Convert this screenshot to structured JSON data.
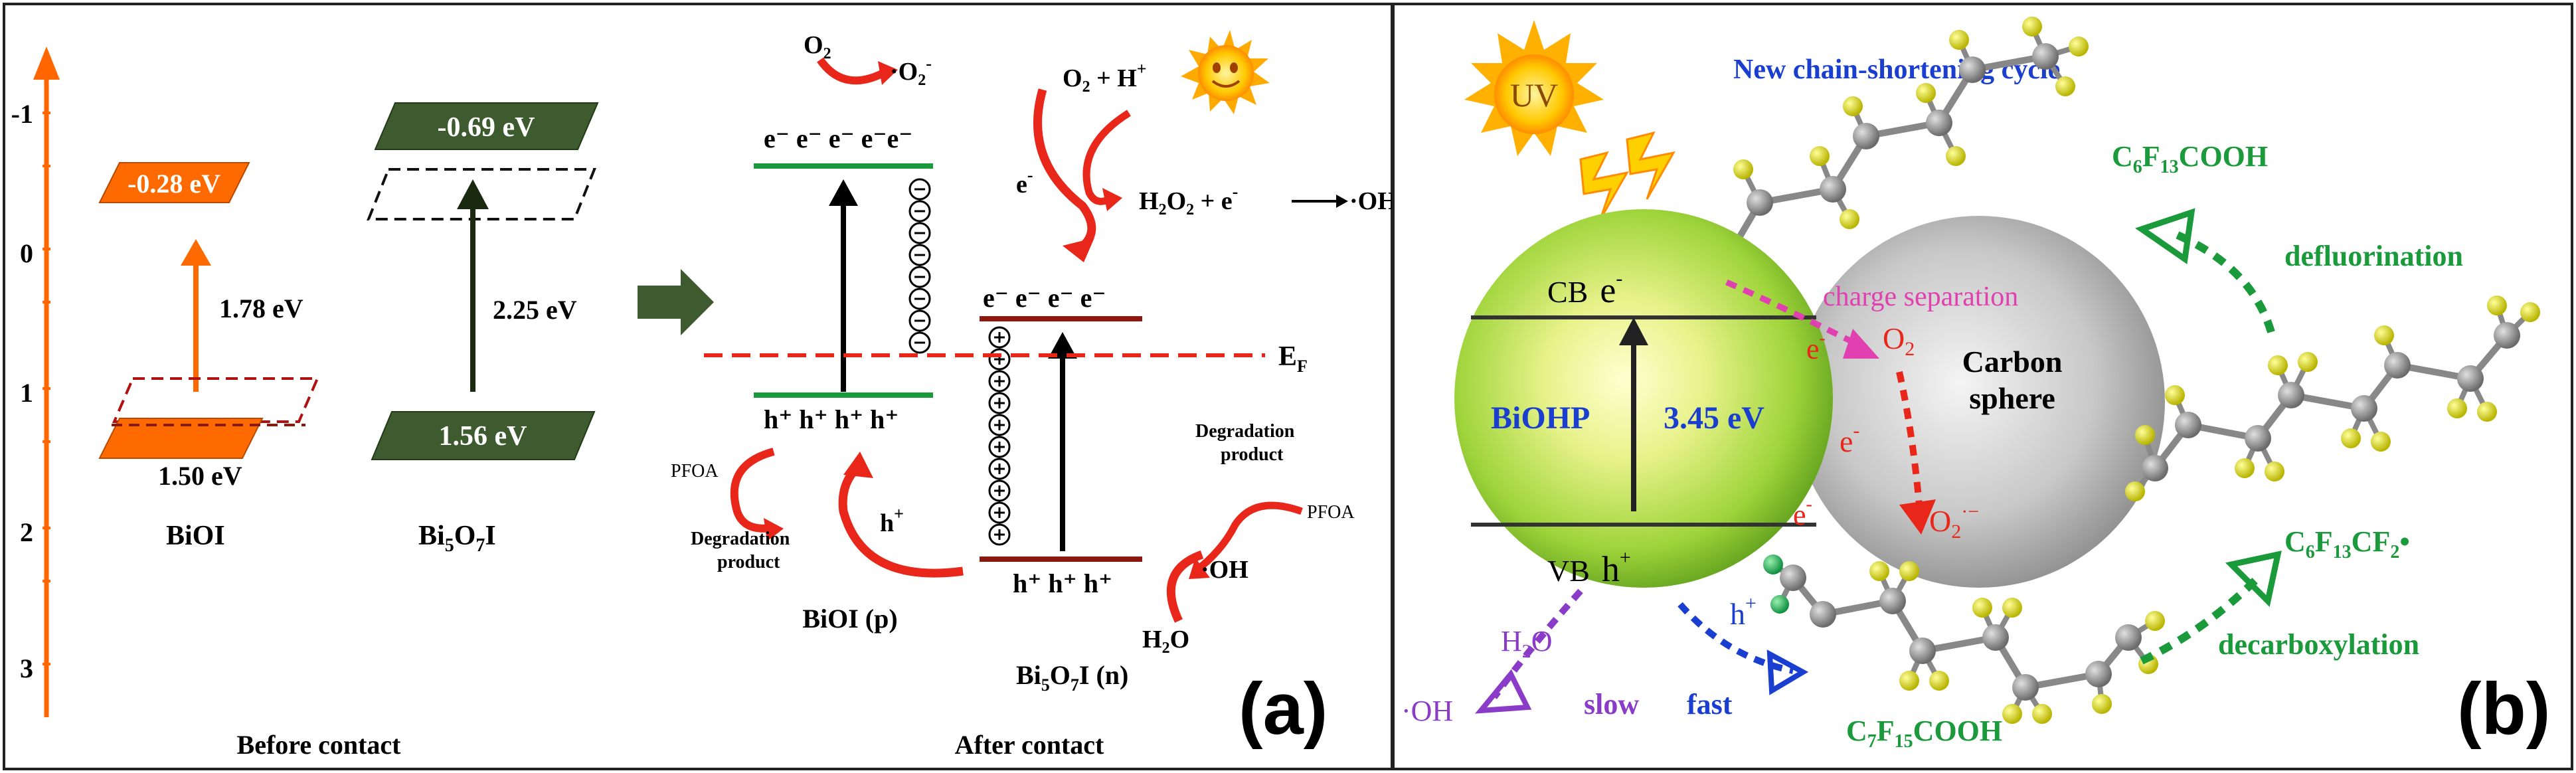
{
  "panel_a": {
    "axis_ticks": [
      "-1",
      "0",
      "1",
      "2",
      "3"
    ],
    "bioi_cb": "-0.28 eV",
    "bioi_gap": "1.78 eV",
    "bioi_vb": "1.50 eV",
    "bioi_label": "BiOI",
    "bi5o7i_cb": "-0.69 eV",
    "bi5o7i_gap": "2.25 eV",
    "bi5o7i_vb": "1.56 eV",
    "bi5o7i_label_main": "Bi",
    "bi5o7i_sub1": "5",
    "bi5o7i_mid": "O",
    "bi5o7i_sub2": "7",
    "bi5o7i_end": "I",
    "before_contact": "Before contact",
    "after_contact": "After contact",
    "o2": "O",
    "o2_sub": "2",
    "o2_radical": "·O",
    "o2_radical_sub": "2",
    "o2_radical_sup": "-",
    "o2_h": "O",
    "o2_h_sub": "2",
    "o2_h_rest": " + H",
    "o2_h_sup": "+",
    "electron": "e",
    "electron_sup": "-",
    "electrons_left": "e⁻ e⁻ e⁻ e⁻e⁻",
    "electrons_right": "e⁻ e⁻ e⁻ e⁻",
    "h2o2": "H",
    "h2o2_sub1": "2",
    "h2o2_mid": "O",
    "h2o2_sub2": "2",
    "h2o2_rest": " + e",
    "h2o2_sup": "-",
    "oh_radical": "·OH",
    "fermi": "E",
    "fermi_sub": "F",
    "holes_left": "h⁺ h⁺ h⁺ h⁺",
    "holes_right": "h⁺ h⁺ h⁺",
    "hole": "h",
    "hole_sup": "+",
    "pfoa": "PFOA",
    "degradation": "Degradation",
    "product": "product",
    "oh2": "·OH",
    "h2o": "H",
    "h2o_sub": "2",
    "h2o_end": "O",
    "bioi_p": "BiOI (p)",
    "bi5o7i_n_label_end": "I (n)",
    "panel_tag": "(a)"
  },
  "panel_b": {
    "uv": "UV",
    "title": "New chain-shortening cycle",
    "c6f13cooh_1": "C",
    "c6f13cooh_sub1": "6",
    "c6f13cooh_2": "F",
    "c6f13cooh_sub2": "13",
    "c6f13cooh_3": "COOH",
    "defluorination": "defluorination",
    "cb": "CB",
    "cb_e": "e",
    "cb_e_sup": "-",
    "charge_separation": "charge separation",
    "e_sym": "e",
    "e_sup": "-",
    "o2": "O",
    "o2_sub": "2",
    "o2_rad": "O",
    "o2_rad_sub": "2",
    "o2_rad_sup": "·−",
    "biohp": "BiOHP",
    "gap": "3.45 eV",
    "carbon": "Carbon",
    "sphere": "sphere",
    "vb": "VB",
    "vb_h": "h",
    "vb_h_sup": "+",
    "h2o": "H",
    "h2o_sub": "2",
    "h2o_end": "O",
    "oh": "·OH",
    "slow": "slow",
    "fast": "fast",
    "hole": "h",
    "hole_sup": "+",
    "c7_1": "C",
    "c7_sub1": "7",
    "c7_2": "F",
    "c7_sub2": "15",
    "c7_3": "COOH",
    "c6cf2_1": "C",
    "c6cf2_sub1": "6",
    "c6cf2_2": "F",
    "c6cf2_sub2": "13",
    "c6cf2_3": "CF",
    "c6cf2_sub3": "2",
    "c6cf2_4": "•",
    "decarboxylation": "decarboxylation",
    "panel_tag": "(b)"
  },
  "colors": {
    "orange": "#ff6600",
    "dark_green": "#3e5b2f",
    "red": "#e8261a",
    "blue": "#1a3ecf",
    "green_text": "#1a9a3a",
    "magenta": "#e040b0",
    "purple": "#8a3cc8"
  }
}
